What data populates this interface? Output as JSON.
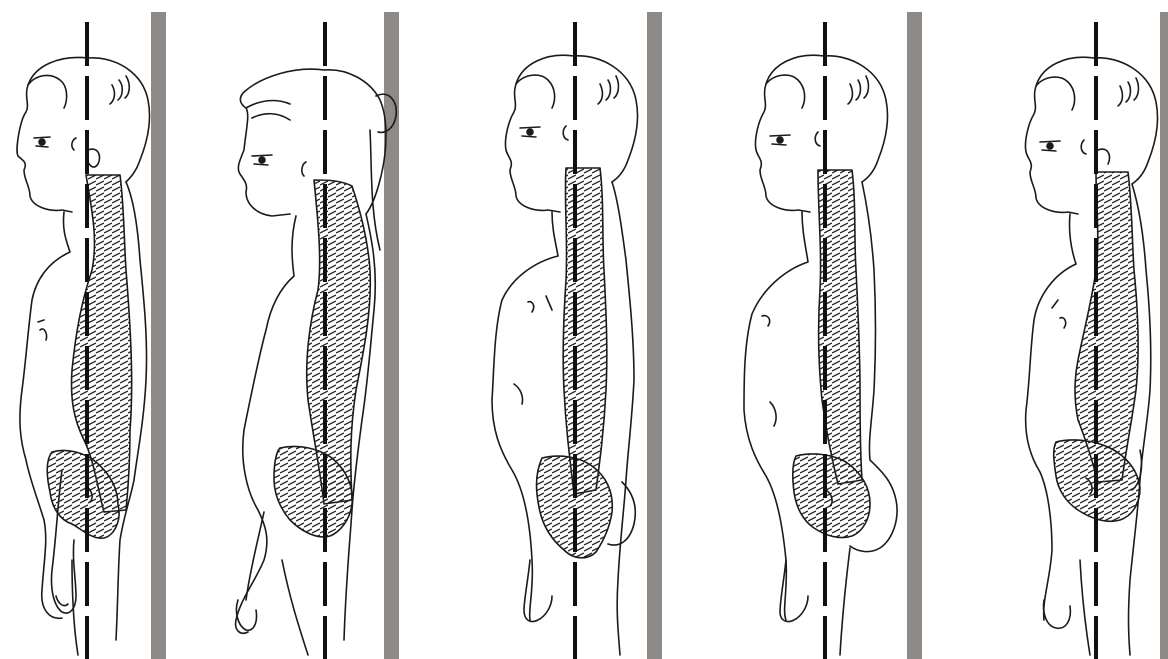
{
  "figure": {
    "panel_count": 5,
    "colors": {
      "background": "#ffffff",
      "divider": "#8e8a88",
      "ink": "#1b1b1b",
      "plumb_line": "#111111",
      "hatch": "#2a2a2a"
    },
    "panels": [
      {
        "id": "posture-1",
        "subject": "child-profile",
        "hair": "short",
        "icon": "spine-column-icon"
      },
      {
        "id": "posture-2",
        "subject": "child-profile",
        "hair": "ponytail",
        "icon": "spine-column-icon"
      },
      {
        "id": "posture-3",
        "subject": "child-profile",
        "hair": "short",
        "icon": "spine-column-icon"
      },
      {
        "id": "posture-4",
        "subject": "child-profile",
        "hair": "short",
        "icon": "spine-column-icon"
      },
      {
        "id": "posture-5",
        "subject": "child-profile",
        "hair": "short",
        "icon": "spine-column-icon"
      }
    ]
  }
}
